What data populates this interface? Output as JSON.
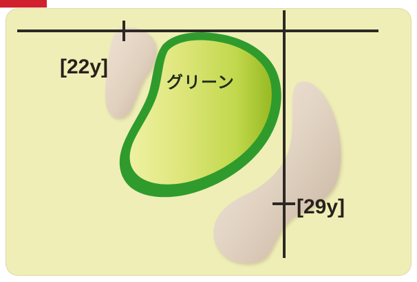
{
  "diagram": {
    "green_label": "グリーン",
    "distance_labels": {
      "left": "[22y]",
      "right": "[29y]"
    },
    "colors": {
      "background": "#efeeb6",
      "green_fill_light": "#e8ea8f",
      "green_fill_dark": "#9bbd22",
      "green_outline": "#2f9b2d",
      "bunker_fill": "#dfd1bf",
      "bunker_shadow": "#b7a390",
      "line_color": "#2c2824",
      "top_tab": "#d1212d"
    }
  }
}
